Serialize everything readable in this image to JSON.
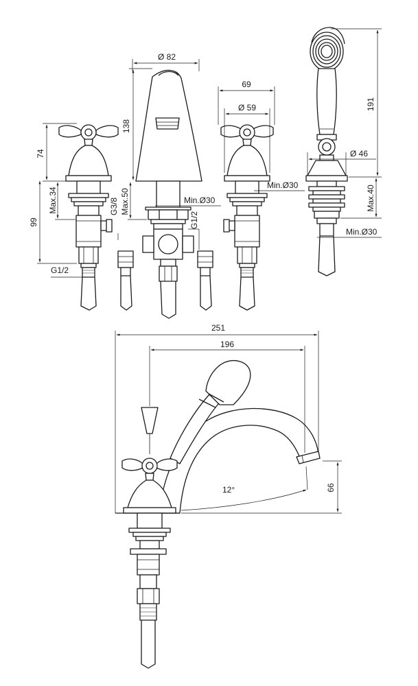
{
  "diagram": {
    "top_view": {
      "left_handle": {
        "height_label": "74",
        "body_label": "99",
        "max_label": "Max.34",
        "thread_label": "G1/2"
      },
      "spout": {
        "diameter_label": "Ø 82",
        "height_label": "138",
        "max_label": "Max.50",
        "thread_a_label": "G3/8",
        "thread_b_label": "G1/2",
        "min_hole_label": "Min.Ø30"
      },
      "right_handle": {
        "width_label": "69",
        "diameter_label": "Ø 59",
        "min_hole_label": "Min.Ø30"
      },
      "hand_shower": {
        "height_label": "191",
        "diameter_label": "Ø 46",
        "max_label": "Max.40",
        "min_hole_label": "Min.Ø30"
      }
    },
    "side_view": {
      "total_length_label": "251",
      "reach_label": "196",
      "angle_label": "12°",
      "height_label": "66"
    }
  }
}
